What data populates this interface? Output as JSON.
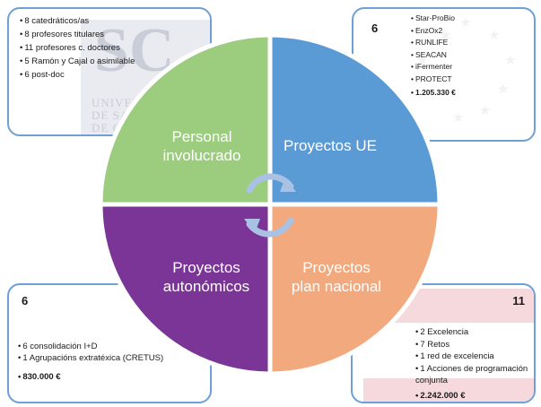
{
  "colors": {
    "personal": "#9ccc7e",
    "ue": "#5b9bd5",
    "autonomicos": "#7b3596",
    "nacional": "#f2a97e",
    "box_border": "#6f9fd8",
    "arrows": "#a9c2e3"
  },
  "quadrants": {
    "personal": "Personal\ninvolucrado",
    "ue": "Proyectos UE",
    "autonomicos": "Proyectos\nautonómicos",
    "nacional": "Proyectos\nplan nacional"
  },
  "personal_box": {
    "items": [
      "8 catedráticos/as",
      "8 profesores titulares",
      "11 profesores c. doctores",
      "5 Ramón y Cajal o asimilable",
      "6 post-doc"
    ],
    "seal_big": "SC",
    "seal_text": "UNIVERSI\nDE SANT\nDE COMP"
  },
  "ue_box": {
    "count": "6",
    "items": [
      "Star-ProBio",
      "EnzOx2",
      "RUNLIFE",
      "SEACAN",
      "iFermenter",
      "PROTECT"
    ],
    "amount": "1.205.330 €"
  },
  "auto_box": {
    "count": "6",
    "items": [
      "6 consolidación I+D",
      "1 Agrupacións extratéxica (CRETUS)"
    ],
    "amount": "830.000 €"
  },
  "nacional_box": {
    "count": "11",
    "items": [
      "2 Excelencia",
      "7 Retos",
      "1 red de excelencia",
      "1 Acciones de programación conjunta"
    ],
    "amount": "2.242.000 €"
  },
  "icons": {
    "cycle": "cycle-arrows-icon",
    "stars": "eu-star-icon"
  }
}
